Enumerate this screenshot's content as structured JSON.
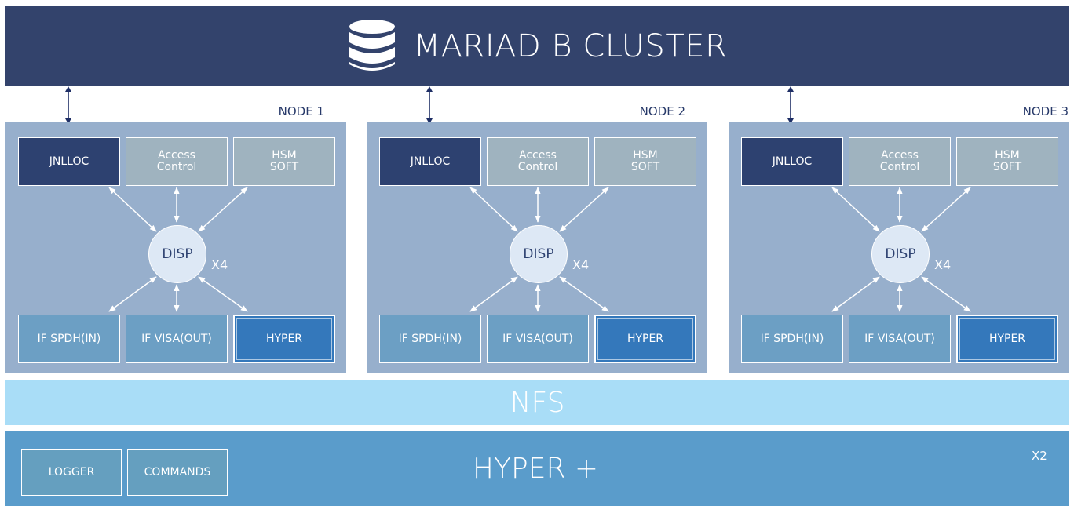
{
  "cluster": {
    "title": "MARIAD B CLUSTER",
    "icon": "database-icon"
  },
  "nodes": [
    {
      "label": "NODE 1",
      "jnlloc": "JNLLOC",
      "access_control": [
        "Access",
        "Control"
      ],
      "hsm_soft": [
        "HSM",
        "SOFT"
      ],
      "disp": "DISP",
      "multiplier": "X4",
      "if_spdh": "IF SPDH(IN)",
      "if_visa": "IF VISA(OUT)",
      "hyper": "HYPER"
    },
    {
      "label": "NODE 2",
      "jnlloc": "JNLLOC",
      "access_control": [
        "Access",
        "Control"
      ],
      "hsm_soft": [
        "HSM",
        "SOFT"
      ],
      "disp": "DISP",
      "multiplier": "X4",
      "if_spdh": "IF SPDH(IN)",
      "if_visa": "IF VISA(OUT)",
      "hyper": "HYPER"
    },
    {
      "label": "NODE 3",
      "jnlloc": "JNLLOC",
      "access_control": [
        "Access",
        "Control"
      ],
      "hsm_soft": [
        "HSM",
        "SOFT"
      ],
      "disp": "DISP",
      "multiplier": "X4",
      "if_spdh": "IF SPDH(IN)",
      "if_visa": "IF VISA(OUT)",
      "hyper": "HYPER"
    }
  ],
  "nfs": {
    "label": "NFS"
  },
  "hyper_plus": {
    "title": "HYPER +",
    "logger": "LOGGER",
    "commands": "COMMANDS",
    "multiplier": "X2"
  },
  "colors": {
    "cluster_bg": "#33436c",
    "node_bg": "#97afcc",
    "jnlloc_bg": "#2d4170",
    "service_bg": "#9fb3bf",
    "interface_bg": "#6c9fc4",
    "hyper_bg": "#3478bb",
    "nfs_bg": "#a9ddf7",
    "hyper_plus_bg": "#5a9ccb",
    "link_dark": "#1f2f66"
  }
}
